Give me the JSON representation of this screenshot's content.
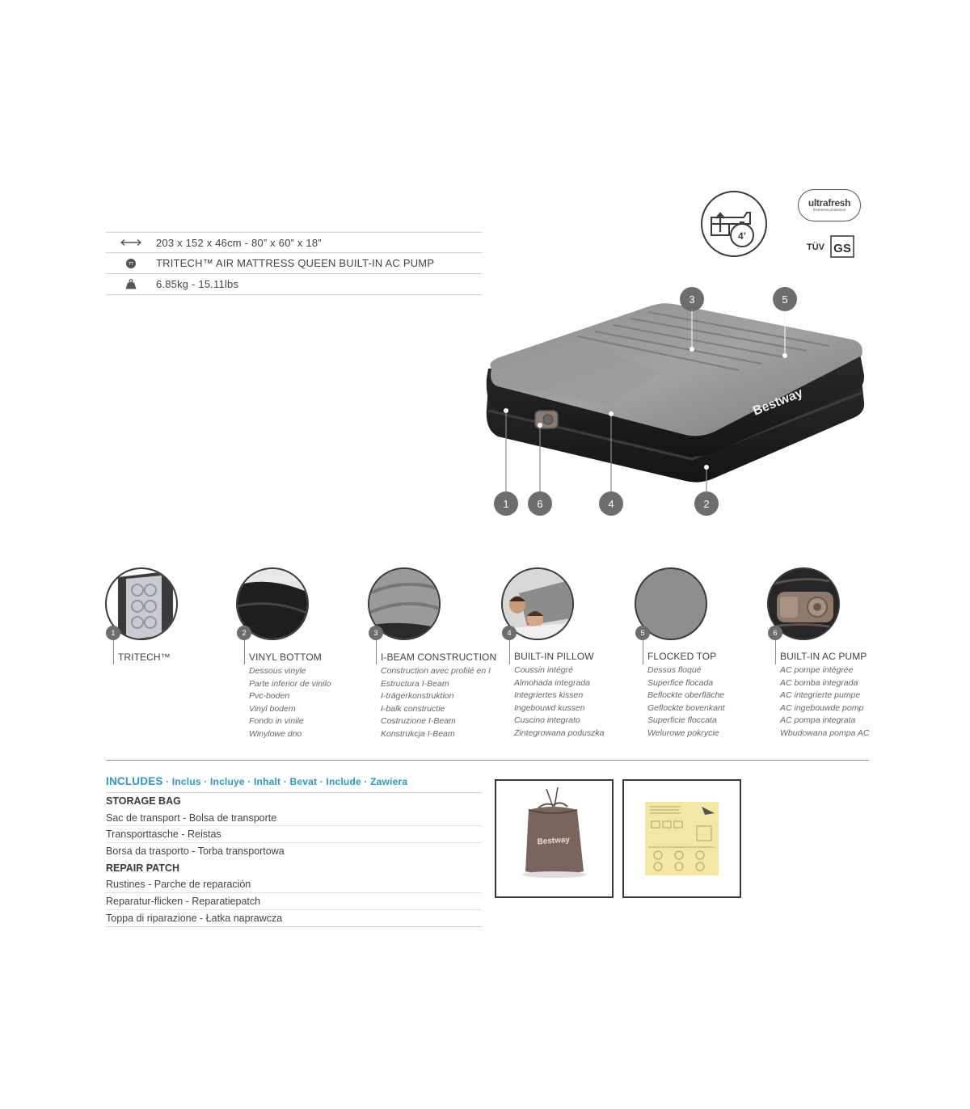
{
  "specs": [
    {
      "icon": "dimensions-arrow-icon",
      "text": "203 x 152 x 46cm - 80” x 60” x 18”"
    },
    {
      "icon": "tritech-icon",
      "text": "TRITECH™ AIR MATTRESS QUEEN BUILT-IN AC PUMP"
    },
    {
      "icon": "weight-icon",
      "text": "6.85kg - 15.11lbs"
    }
  ],
  "badges": {
    "timer_label": "4’",
    "ultrafresh_title": "ultrafresh",
    "ultrafresh_sub": "freshness protection",
    "tuv_label": "TÜV",
    "gs_label": "GS"
  },
  "product": {
    "brand": "Bestway",
    "callouts": [
      "1",
      "2",
      "3",
      "4",
      "5",
      "6"
    ]
  },
  "features": [
    {
      "num": "1",
      "title": "TRITECH™",
      "subs": []
    },
    {
      "num": "2",
      "title": "VINYL BOTTOM",
      "subs": [
        "Dessous vinyle",
        "Parte inferior de vinilo",
        "Pvc-boden",
        "Vinyl bodem",
        "Fondo in vinile",
        "Winylowe dno"
      ]
    },
    {
      "num": "3",
      "title": "I-BEAM CONSTRUCTION",
      "subs": [
        "Construction avec profilé en I",
        "Estructura I-Beam",
        "I-trägerkonstruktion",
        "I-balk constructie",
        "Costruzione I-Beam",
        "Konstrukcja I-Beam"
      ]
    },
    {
      "num": "4",
      "title": "BUILT-IN PILLOW",
      "subs": [
        "Coussin intégré",
        "Almohada integrada",
        "Integriertes kissen",
        "Ingebouwd kussen",
        "Cuscino integrato",
        "Zintegrowana poduszka"
      ]
    },
    {
      "num": "5",
      "title": "FLOCKED TOP",
      "subs": [
        "Dessus floqué",
        "Superfice flocada",
        "Beflockte oberfläche",
        "Geflockte bovenkant",
        "Superficie floccata",
        "Welurowe pokrycie"
      ]
    },
    {
      "num": "6",
      "title": "BUILT-IN AC PUMP",
      "subs": [
        "AC pompe intégrée",
        "AC bomba integrada",
        "AC integrierte pumpe",
        "AC ingebouwde pomp",
        "AC pompa integrata",
        "Wbudowana pompa AC"
      ]
    }
  ],
  "includes": {
    "heading": "INCLUDES",
    "heading_langs": " · Inclus · Incluye · Inhalt · Bevat · Include · Zawiera",
    "rows": [
      {
        "text": "STORAGE BAG",
        "category": true
      },
      {
        "text": "Sac de transport - Bolsa de transporte",
        "category": false
      },
      {
        "text": "Transporttasche - Reistas",
        "category": false
      },
      {
        "text": "Borsa da trasporto - Torba transportowa",
        "category": false
      },
      {
        "text": "REPAIR PATCH",
        "category": true
      },
      {
        "text": "Rustines - Parche de reparación",
        "category": false
      },
      {
        "text": "Reparatur-flicken - Reparatiepatch",
        "category": false
      },
      {
        "text": "Toppa di riparazione - Łatka naprawcza",
        "category": false
      }
    ],
    "bag_brand": "Bestway"
  }
}
